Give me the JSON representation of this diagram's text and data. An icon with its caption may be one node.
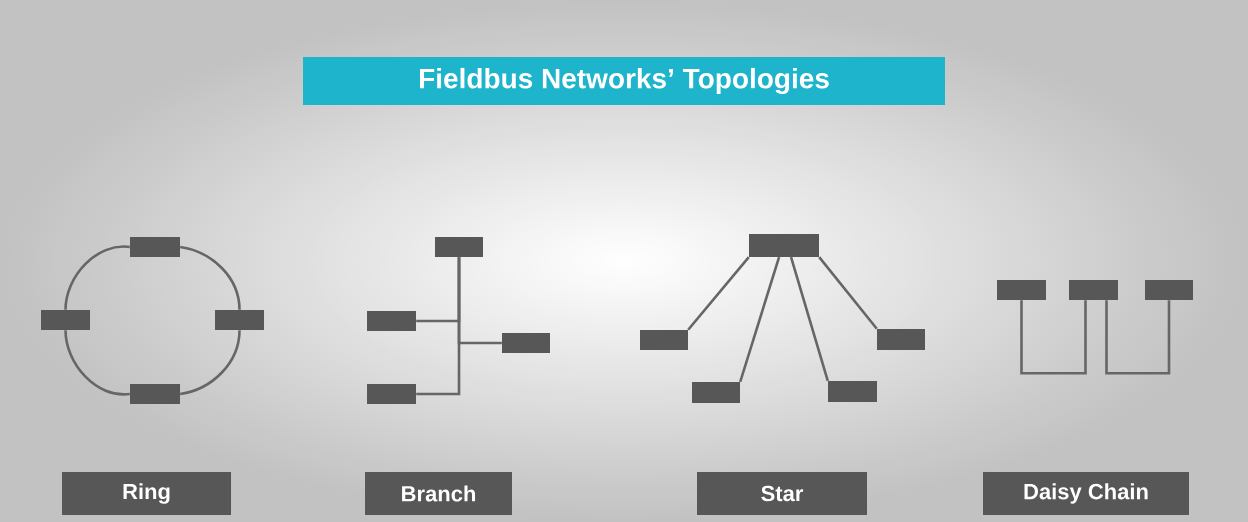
{
  "diagram": {
    "title": "Fieldbus Networks’ Topologies",
    "nodes": [
      {
        "text": [],
        "shape": "box"
      },
      {
        "text": [],
        "shape": "box"
      },
      {
        "text": [],
        "shape": "box"
      },
      {
        "text": [],
        "shape": "box"
      },
      {
        "text": [],
        "shape": "box"
      },
      {
        "text": [],
        "shape": "box"
      },
      {
        "text": [],
        "shape": "box"
      },
      {
        "text": [],
        "shape": "box"
      },
      {
        "text": [],
        "shape": "box"
      },
      {
        "text": [],
        "shape": "box"
      },
      {
        "text": [],
        "shape": "box"
      },
      {
        "text": [],
        "shape": "box"
      },
      {
        "text": [],
        "shape": "box"
      },
      {
        "text": [],
        "shape": "box"
      },
      {
        "text": [],
        "shape": "box"
      },
      {
        "text": [],
        "shape": "box"
      },
      {
        "text": [
          "Ring"
        ]
      },
      {
        "text": [
          "Branch"
        ]
      },
      {
        "text": [
          "Star"
        ]
      },
      {
        "text": [
          "Daisy Chain"
        ]
      }
    ],
    "edges": [
      {
        "from": 0,
        "to": 2,
        "arrow": "none"
      },
      {
        "from": 2,
        "to": 3,
        "arrow": "none"
      },
      {
        "from": 3,
        "to": 1,
        "arrow": "none"
      },
      {
        "from": 1,
        "to": 0,
        "arrow": "none"
      },
      {
        "from": 4,
        "to": 5,
        "arrow": "none"
      },
      {
        "from": 4,
        "to": 6,
        "arrow": "none"
      },
      {
        "from": 4,
        "to": 7,
        "arrow": "none"
      },
      {
        "from": 8,
        "to": 9,
        "arrow": "none"
      },
      {
        "from": 8,
        "to": 10,
        "arrow": "none"
      },
      {
        "from": 8,
        "to": 11,
        "arrow": "none"
      },
      {
        "from": 8,
        "to": 12,
        "arrow": "none"
      },
      {
        "from": 13,
        "to": 14,
        "arrow": "none"
      },
      {
        "from": 14,
        "to": 15,
        "arrow": "none"
      }
    ]
  }
}
